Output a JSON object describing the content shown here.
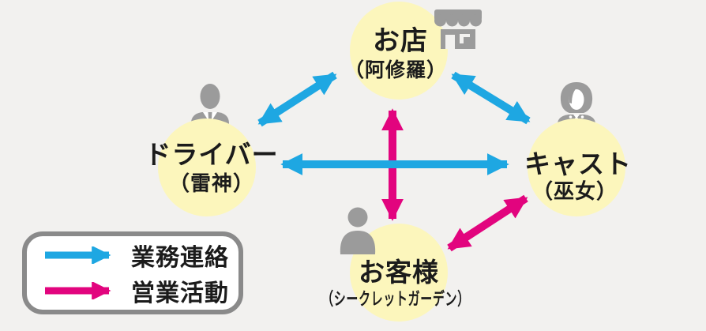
{
  "diagram_title": "relationship-diagram",
  "colors": {
    "bg": "#f2f1ef",
    "circle": "#fcf6bc",
    "blue": "#1ea7e2",
    "pink": "#e2047e",
    "iconGray": "#9b9b9b",
    "ink": "#1b1b1b",
    "legendBorder": "#8a8a8a"
  },
  "nodes": {
    "shop": {
      "name": "お店",
      "note": "（阿修羅）",
      "icon": "storefront-icon"
    },
    "driver": {
      "name": "ドライバー",
      "note": "（雷神）",
      "icon": "businessman-icon"
    },
    "cast": {
      "name": "キャスト",
      "note": "（巫女）",
      "icon": "woman-icon"
    },
    "customer": {
      "name": "お客様",
      "note": "（シークレットガーデン）",
      "icon": "person-icon"
    }
  },
  "edges": [
    {
      "from": "driver",
      "to": "shop",
      "type": "業務連絡",
      "color": "#1ea7e2",
      "bidirectional": true
    },
    {
      "from": "shop",
      "to": "cast",
      "type": "業務連絡",
      "color": "#1ea7e2",
      "bidirectional": true
    },
    {
      "from": "driver",
      "to": "cast",
      "type": "業務連絡",
      "color": "#1ea7e2",
      "bidirectional": true
    },
    {
      "from": "shop",
      "to": "customer",
      "type": "営業活動",
      "color": "#e2047e",
      "bidirectional": true
    },
    {
      "from": "cast",
      "to": "customer",
      "type": "営業活動",
      "color": "#e2047e",
      "bidirectional": true
    }
  ],
  "legend": {
    "items": [
      {
        "label": "業務連絡",
        "color": "#1ea7e2"
      },
      {
        "label": "営業活動",
        "color": "#e2047e"
      }
    ]
  }
}
